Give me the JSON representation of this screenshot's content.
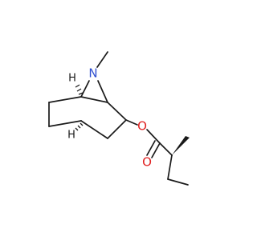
{
  "atoms": {
    "nitrogen": "N",
    "oxygen_ester": "O",
    "oxygen_carbonyl": "O",
    "hydrogen_top": "H",
    "hydrogen_bottom": "H"
  },
  "colors": {
    "bond": "#1a1a1a",
    "nitrogen": "#2f4fd0",
    "oxygen": "#e02020",
    "hydrogen": "#1a1a1a"
  }
}
